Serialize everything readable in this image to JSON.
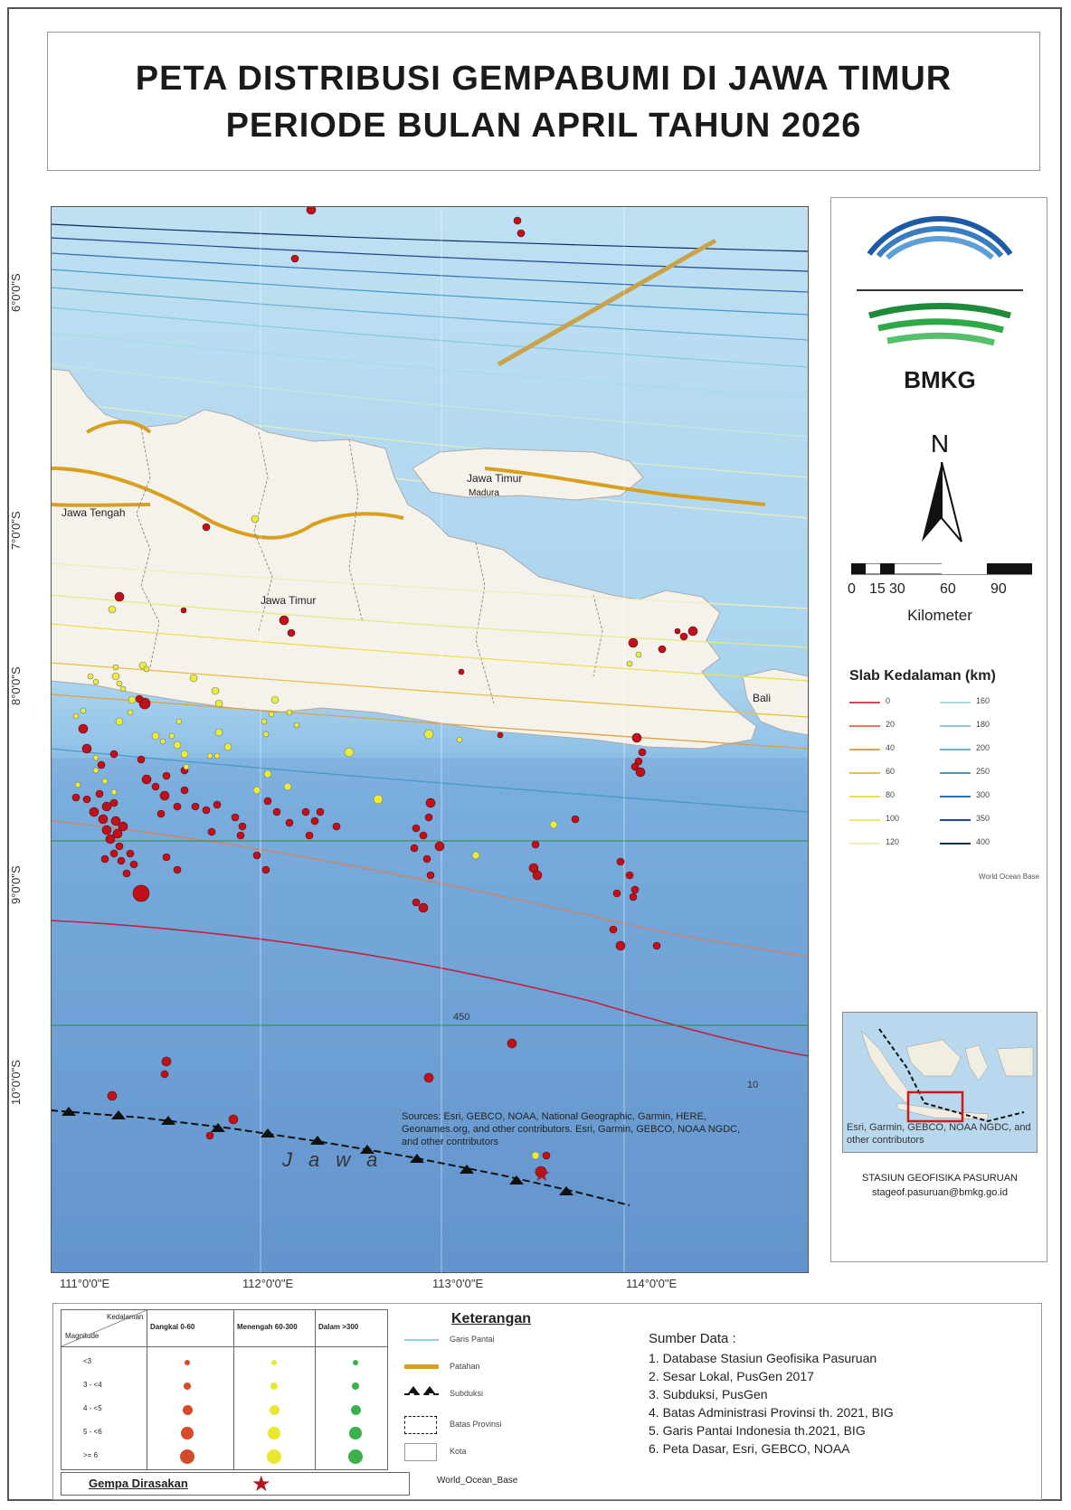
{
  "title": {
    "line1": "PETA DISTRIBUSI GEMPABUMI DI JAWA TIMUR",
    "line2": "PERIODE BULAN APRIL TAHUN 2026"
  },
  "map": {
    "region_labels": [
      "Jawa Tengah",
      "Jawa Timur",
      "Jawa Timur",
      "Madura",
      "Bali",
      "Jawa"
    ],
    "lon_ticks": [
      "111°0'0\"E",
      "112°0'0\"E",
      "113°0'0\"E",
      "114°0'0\"E"
    ],
    "lat_ticks": [
      "6°0'0\"S",
      "7°0'0\"S",
      "8°0'0\"S",
      "9°0'0\"S",
      "10°0'0\"S"
    ],
    "contour_label": "450",
    "edge_label": "10",
    "attribution": "Sources: Esri, GEBCO, NOAA, National Geographic, Garmin, HERE, Geonames.org, and other contributors. Esri, Garmin, GEBCO, NOAA NGDC, and other contributors",
    "event_colors": {
      "shallow": "#c0111b",
      "intermediate": "#e8ec3a"
    }
  },
  "side_panel": {
    "logo_text": "BMKG",
    "north_label": "N",
    "scale_labels": [
      "0",
      "15",
      "30",
      "60",
      "90"
    ],
    "scale_unit": "Kilometer",
    "slab_title": "Slab Kedalaman (km)",
    "slab_left": [
      "0",
      "20",
      "40",
      "60",
      "80",
      "100",
      "120"
    ],
    "slab_right": [
      "160",
      "180",
      "200",
      "250",
      "300",
      "350",
      "400"
    ],
    "slab_colors_left": [
      "#d04a5a",
      "#d9805a",
      "#e0a040",
      "#e8c040",
      "#e8e050",
      "#e8e888",
      "#f0eeb8"
    ],
    "slab_colors_right": [
      "#a8dde0",
      "#88c8d8",
      "#68b0d0",
      "#4898c8",
      "#3070b0",
      "#204890",
      "#102860"
    ],
    "world_basemap": "World Ocean Base",
    "inset_credit": "Esri, Garmin, GEBCO, NOAA NGDC, and other contributors",
    "station_name": "STASIUN GEOFISIKA PASURUAN",
    "station_email": "stageof.pasuruan@bmkg.go.id"
  },
  "legend": {
    "table_corner_top": "Kedalaman",
    "table_corner_bottom": "Magnitude",
    "columns": [
      "Dangkal 0-60",
      "Menengah 60-300",
      "Dalam >300"
    ],
    "rows": [
      "<3",
      "3 - <4",
      "4 - <5",
      "5 - <6",
      ">= 6"
    ],
    "col_colors": [
      "#d44a2a",
      "#e8e830",
      "#3cb04a"
    ],
    "felt_label": "Gempa Dirasakan",
    "keterangan_title": "Keterangan",
    "keterangan_items": [
      "Garis Pantai",
      "Patahan",
      "Subduksi",
      "Batas Provinsi",
      "Kota"
    ],
    "basemap_label": "World_Ocean_Base",
    "sumber_title": "Sumber Data :",
    "sumber_items": [
      "1. Database Stasiun Geofisika Pasuruan",
      "2. Sesar Lokal, PusGen 2017",
      "3. Subduksi, PusGen",
      "4. Batas Administrasi Provinsi th. 2021, BIG",
      "5. Garis Pantai Indonesia th.2021, BIG",
      "6. Peta Dasar, Esri, GEBCO, NOAA"
    ]
  }
}
